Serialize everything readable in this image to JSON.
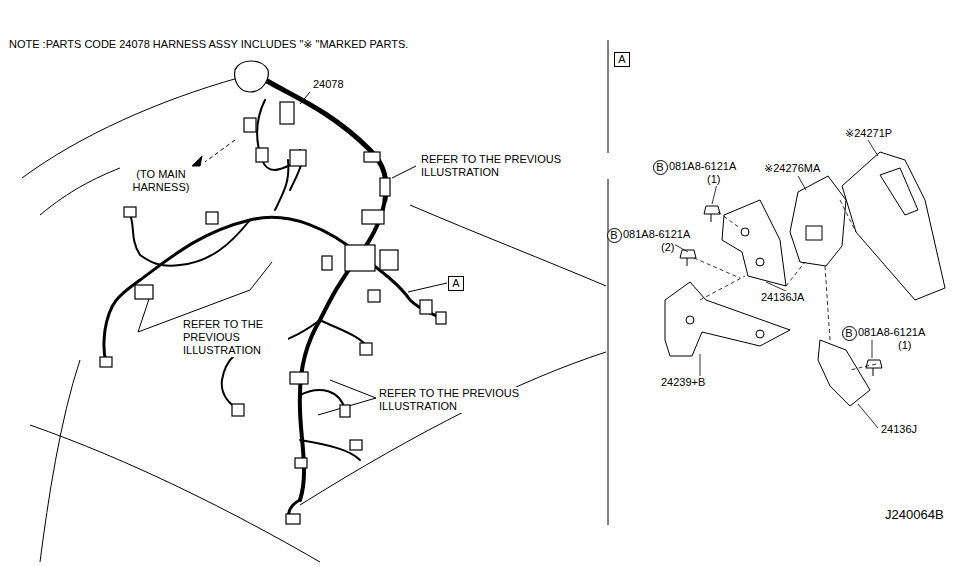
{
  "diagram": {
    "nodes": [
      {
        "text": [
          "A"
        ]
      },
      {
        "text": [
          "A"
        ]
      },
      {
        "text": [
          "B"
        ]
      },
      {
        "text": [
          "B"
        ]
      },
      {
        "text": [
          "B"
        ]
      }
    ],
    "labels": [
      "NOTE :PARTS CODE 24078 HARNESS ASSY INCLUDES \"※ \"MARKED PARTS.",
      "24078",
      "REFER TO THE PREVIOUS ILLUSTRATION",
      "(TO MAIN HARNESS)",
      "REFER TO THE PREVIOUS ILLUSTRATION",
      "REFER TO THE PREVIOUS ILLUSTRATION",
      "※24271P",
      "081A8-6121A",
      "(1)",
      "※24276MA",
      "081A8-6121A",
      "(2)",
      "24136JA",
      "081A8-6121A",
      "(1)",
      "24239+B",
      "24136J",
      "J240064B"
    ]
  }
}
